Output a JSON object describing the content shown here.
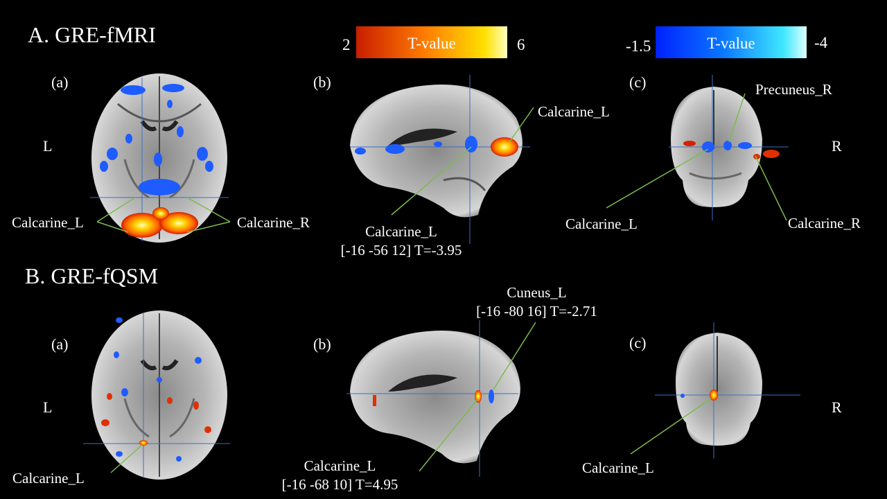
{
  "sections": {
    "a": {
      "title": "A.  GRE-fMRI"
    },
    "b": {
      "title": "B.  GRE-fQSM"
    }
  },
  "colorbars": {
    "positive": {
      "label": "T-value",
      "min": "2",
      "max": "6",
      "colors": [
        "#c81e00",
        "#ff7a00",
        "#ffe000",
        "#ffffc0"
      ]
    },
    "negative": {
      "label": "T-value",
      "min": "-1.5",
      "max": "-4",
      "colors": [
        "#0020ff",
        "#0a78ff",
        "#40e8ff",
        "#e0ffff"
      ]
    }
  },
  "panel_labels": {
    "a": "(a)",
    "b": "(b)",
    "c": "(c)"
  },
  "orientation": {
    "left": "L",
    "right": "R"
  },
  "annotations": {
    "fmri": {
      "axial_left": "Calcarine_L",
      "axial_right": "Calcarine_R",
      "sag_top": "Calcarine_L",
      "sag_bottom_name": "Calcarine_L",
      "sag_bottom_stat": "[-16 -56 12]  T=-3.95",
      "cor_top": "Precuneus_R",
      "cor_left": "Calcarine_L",
      "cor_right": "Calcarine_R"
    },
    "fqsm": {
      "axial": "Calcarine_L",
      "sag_top_name": "Cuneus_L",
      "sag_top_stat": "[-16 -80 16] T=-2.71",
      "sag_bottom_name": "Calcarine_L",
      "sag_bottom_stat": "[-16 -68 10] T=4.95",
      "cor": "Calcarine_L"
    }
  }
}
